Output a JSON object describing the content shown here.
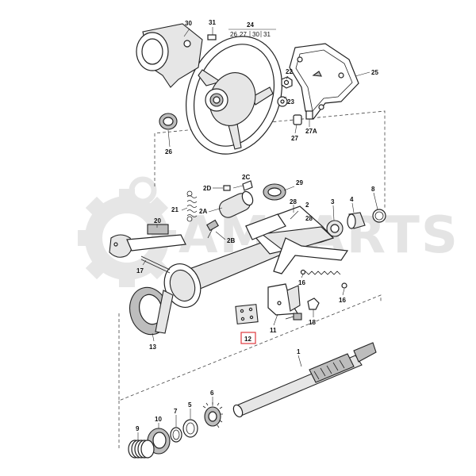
{
  "watermark": {
    "text": "AMPARTS"
  },
  "group_label": {
    "number": "24",
    "sub": [
      "26",
      "27",
      "30",
      "31"
    ]
  },
  "highlight": {
    "label": "12",
    "color": "#e0393e"
  },
  "callouts": {
    "c1": "1",
    "c2": "2",
    "c2a": "2A",
    "c2b": "2B",
    "c2c": "2C",
    "c2d": "2D",
    "c3": "3",
    "c4": "4",
    "c5": "5",
    "c6": "6",
    "c7": "7",
    "c8": "8",
    "c9": "9",
    "c10": "10",
    "c11": "11",
    "c13": "13",
    "c16a": "16",
    "c16b": "16",
    "c17": "17",
    "c18": "18",
    "c20": "20",
    "c21": "21",
    "c22": "22",
    "c23": "23",
    "c25": "25",
    "c26": "26",
    "c27": "27",
    "c27a": "27A",
    "c28a": "28",
    "c28b": "28",
    "c29": "29",
    "c30": "30",
    "c31": "31"
  },
  "icons": [
    "gear-watermark-icon"
  ]
}
